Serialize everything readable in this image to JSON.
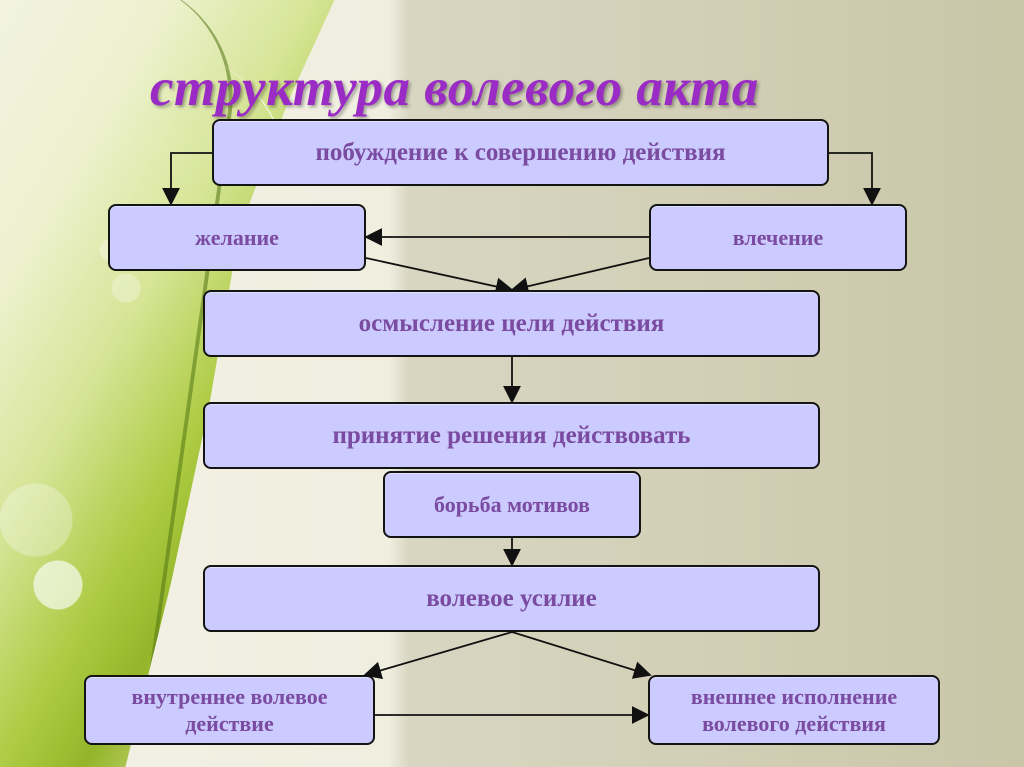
{
  "title": "структура волевого акта",
  "nodes": {
    "stimulus": "побуждение к совершению действия",
    "desire": "желание",
    "drive": "влечение",
    "goal": "осмысление цели действия",
    "decision": "принятие решения действовать",
    "motives": "борьба мотивов",
    "effort": "волевое усилие",
    "internal_line1": "внутреннее волевое",
    "internal_line2": "действие",
    "external_line1": "внешнее исполнение",
    "external_line2": "волевого действия"
  },
  "colors": {
    "title": "#9a2cc5",
    "node_fill": "#cccbff",
    "node_border": "#141414",
    "node_text": "#7a4ba0",
    "arrow": "#111111"
  }
}
